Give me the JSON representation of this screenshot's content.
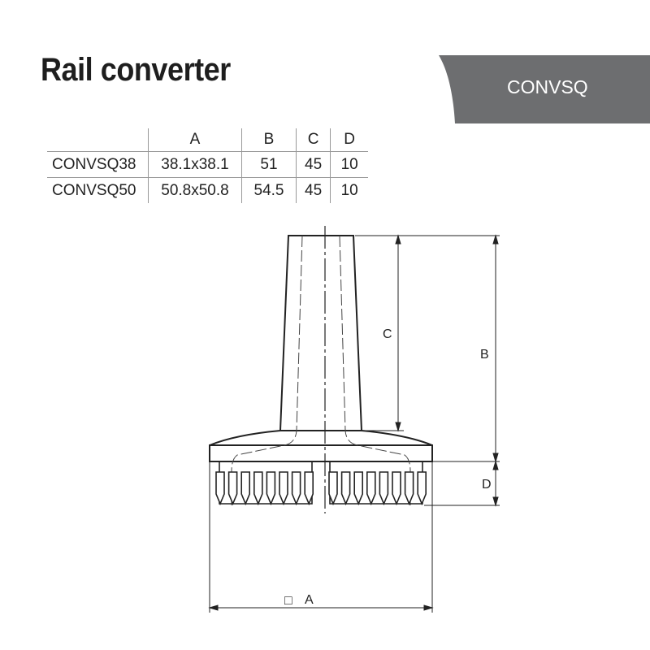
{
  "header": {
    "title": "Rail converter",
    "code": "CONVSQ",
    "banner_color": "#6d6e70"
  },
  "table": {
    "columns": [
      "",
      "A",
      "B",
      "C",
      "D"
    ],
    "rows": [
      [
        "CONVSQ38",
        "38.1x38.1",
        "51",
        "45",
        "10"
      ],
      [
        "CONVSQ50",
        "50.8x50.8",
        "54.5",
        "45",
        "10"
      ]
    ]
  },
  "drawing": {
    "labels": {
      "A": "A",
      "B": "B",
      "C": "C",
      "D": "D",
      "square_symbol": "□"
    }
  }
}
